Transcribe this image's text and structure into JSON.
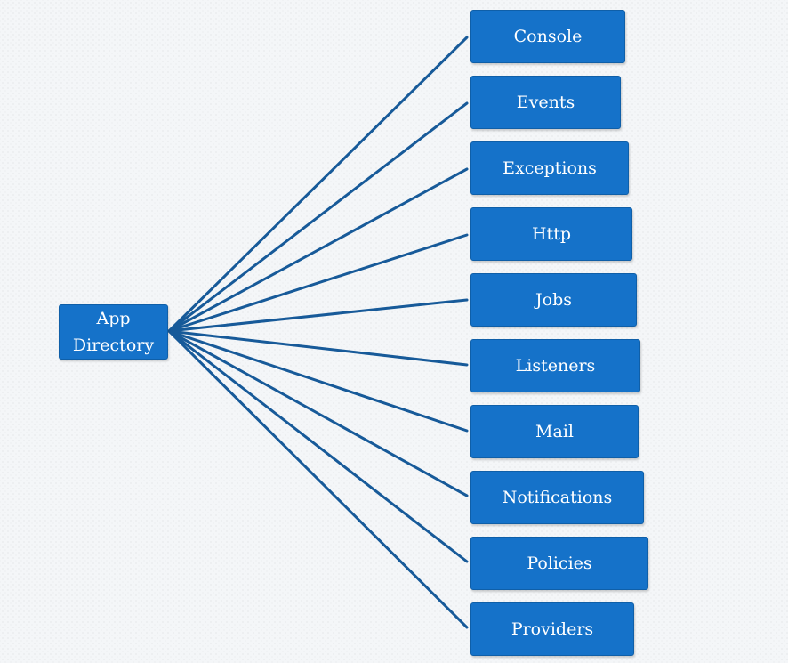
{
  "root": {
    "label": "App\nDirectory"
  },
  "children": [
    {
      "label": "Console"
    },
    {
      "label": "Events"
    },
    {
      "label": "Exceptions"
    },
    {
      "label": "Http"
    },
    {
      "label": "Jobs"
    },
    {
      "label": "Listeners"
    },
    {
      "label": "Mail"
    },
    {
      "label": "Notifications"
    },
    {
      "label": "Policies"
    },
    {
      "label": "Providers"
    }
  ],
  "colors": {
    "node_fill": "#1572c9",
    "connector": "#175a99",
    "text": "#ffffff"
  }
}
